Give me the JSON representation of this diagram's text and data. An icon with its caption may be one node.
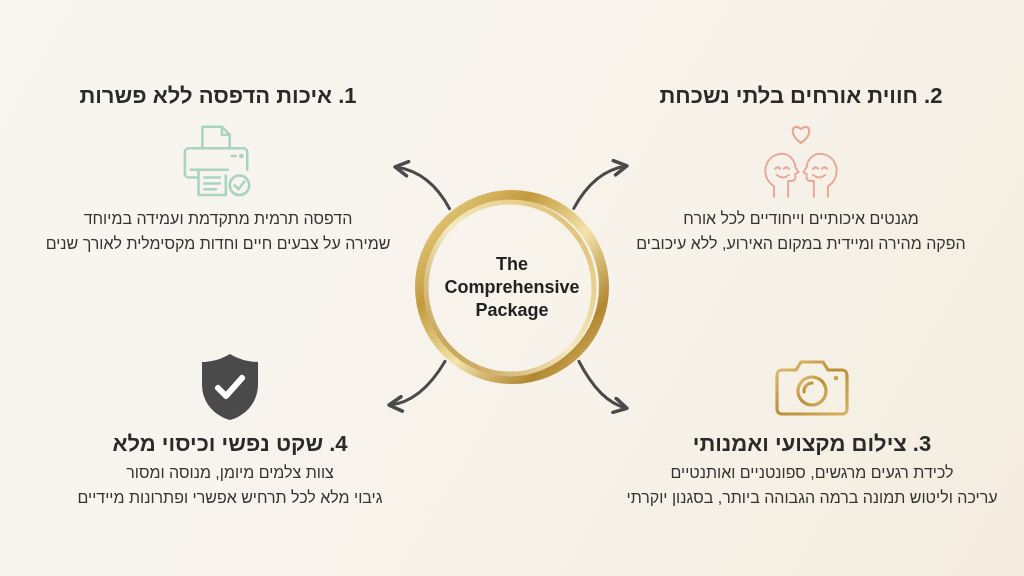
{
  "diagram": {
    "nodes": [
      {
        "text": [
          "The Comprehensive Package"
        ]
      },
      {
        "text": [
          "1. איכות הדפסה ללא פשרות",
          "הדפסה תרמית מתקדמת ועמידה במיוחד",
          "שמירה על צבעים חיים וחדות מקסימלית לאורך שנים"
        ]
      },
      {
        "text": [
          "2. חווית אורחים בלתי נשכחת",
          "מגנטים איכותיים וייחודיים לכל אורח",
          "הפקה מהירה ומיידית במקום האירוע, ללא עיכובים"
        ]
      },
      {
        "text": [
          "3. צילום מקצועי ואמנותי",
          "לכידת רגעים מרגשים, ספונטניים ואותנטיים",
          "עריכה וליטוש תמונה ברמה הגבוהה ביותר, בסגנון יוקרתי"
        ]
      },
      {
        "text": [
          "4. שקט נפשי וכיסוי מלא",
          "צוות צלמים מיומן, מנוסה ומסור",
          "גיבוי מלא לכל תרחיש אפשרי ופתרונות מיידיים"
        ]
      }
    ],
    "edges": [
      {
        "from": 0,
        "to": 1,
        "arrow": "to"
      },
      {
        "from": 0,
        "to": 2,
        "arrow": "to"
      },
      {
        "from": 0,
        "to": 3,
        "arrow": "to"
      },
      {
        "from": 0,
        "to": 4,
        "arrow": "to"
      }
    ]
  }
}
